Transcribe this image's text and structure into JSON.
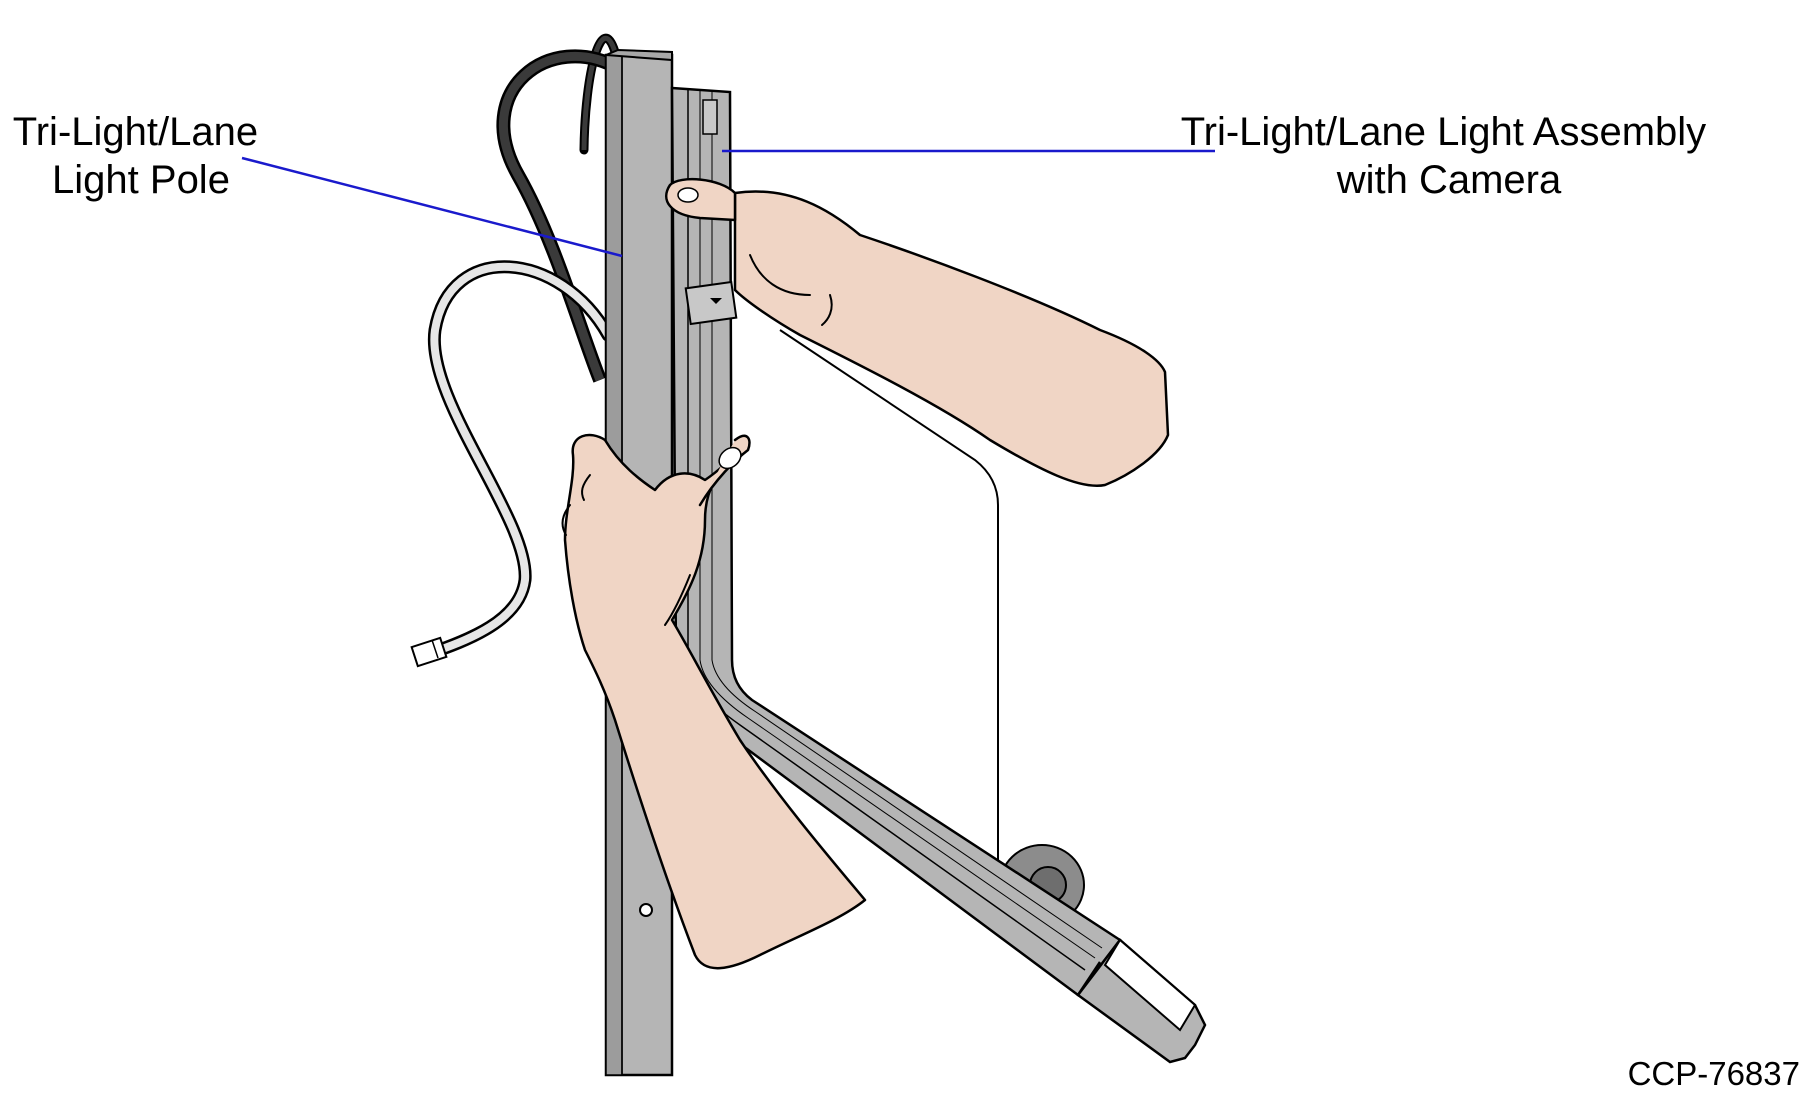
{
  "labels": {
    "pole": {
      "line1": "Tri-Light/Lane",
      "line2": "Light Pole"
    },
    "assembly": {
      "line1": "Tri-Light/Lane Light Assembly",
      "line2": "with Camera"
    }
  },
  "figure_id": "CCP-76837",
  "colors": {
    "leader_line": "#1a1acc",
    "metal": "#b5b5b5",
    "metal_dark": "#8c8c8c",
    "skin": "#f0d5c5",
    "cable_dark": "#3a3a3a",
    "cable_light": "#e6e6e6",
    "outline": "#000000"
  }
}
